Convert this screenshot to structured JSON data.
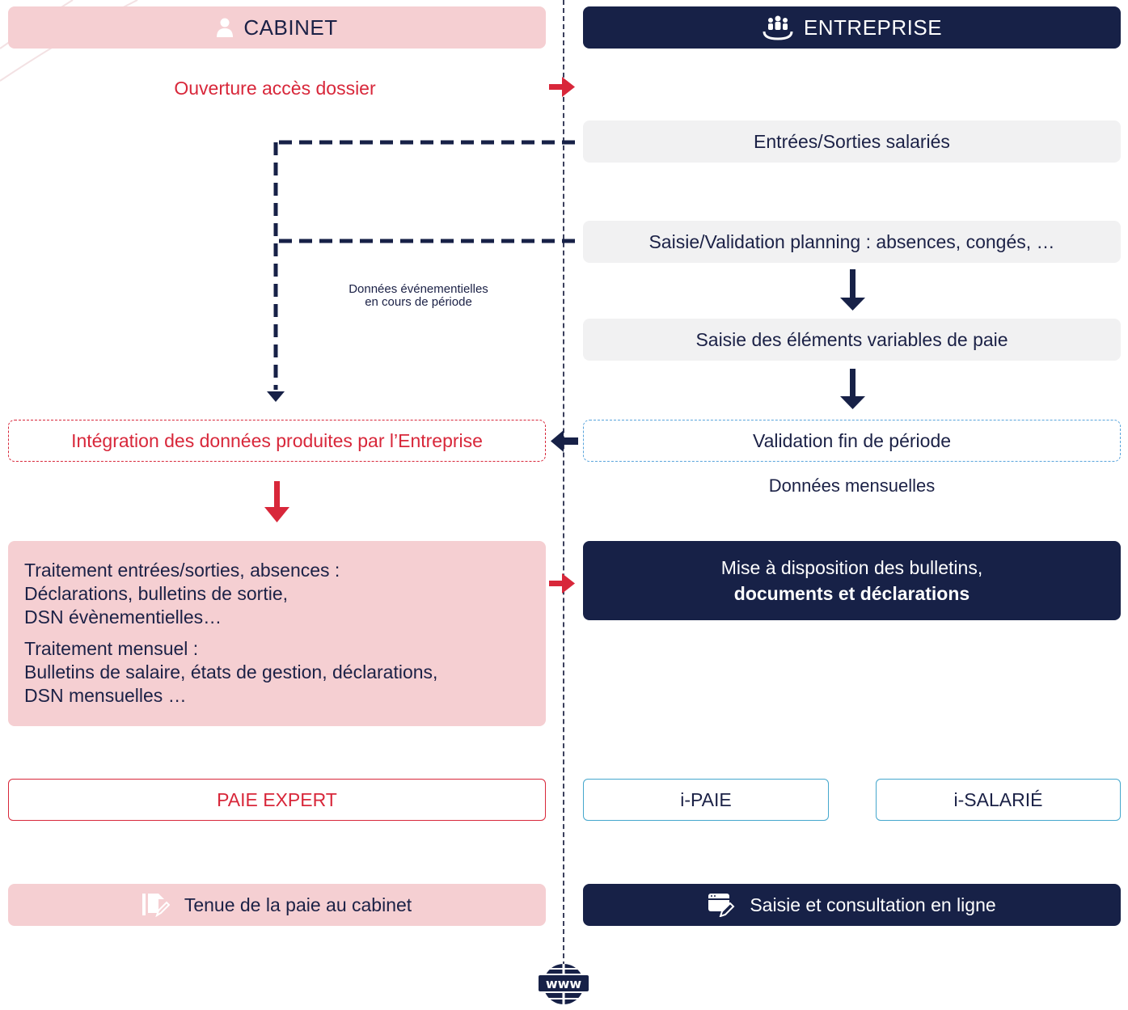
{
  "columns": {
    "cabinet": {
      "title": "CABINET",
      "icon": "person-icon",
      "color": "#f5cfd2"
    },
    "entreprise": {
      "title": "ENTREPRISE",
      "icon": "people-icon",
      "color": "#172147"
    }
  },
  "cabinet_flow": {
    "access": "Ouverture accès dossier",
    "integration": "Intégration des données produites par l’Entreprise",
    "treatment_events_title": "Traitement entrées/sorties, absences :",
    "treatment_events_line1": "Déclarations, bulletins de sortie,",
    "treatment_events_line2": "DSN évènementielles…",
    "treatment_monthly_title": "Traitement mensuel :",
    "treatment_monthly_line1": "Bulletins de salaire, états de gestion, déclarations,",
    "treatment_monthly_line2": "DSN mensuelles …"
  },
  "entreprise_flow": {
    "step1": "Entrées/Sorties salariés",
    "step2": "Saisie/Validation planning : absences, congés, …",
    "step3": "Saisie des éléments variables de paie",
    "step4": "Validation fin de période",
    "monthly_label": "Données mensuelles",
    "delivery_line1": "Mise à disposition des bulletins,",
    "delivery_line2": "documents et déclarations"
  },
  "event_data_label_line1": "Données événementielles",
  "event_data_label_line2": "en cours de période",
  "products": {
    "paie_expert": "PAIE EXPERT",
    "i_paie": "i-PAIE",
    "i_salarie": "i-SALARIÉ"
  },
  "footer": {
    "cabinet": "Tenue de la paie au cabinet",
    "cabinet_icon": "document-edit-icon",
    "entreprise": "Saisie et consultation en ligne",
    "entreprise_icon": "browser-edit-icon",
    "web_badge": "www",
    "web_icon": "globe-www-icon"
  },
  "colors": {
    "red": "#d8273a",
    "navy": "#172147",
    "pink": "#f5cfd2",
    "grey": "#f1f1f2",
    "blue": "#5aa5dc",
    "teal": "#45a7cd"
  }
}
